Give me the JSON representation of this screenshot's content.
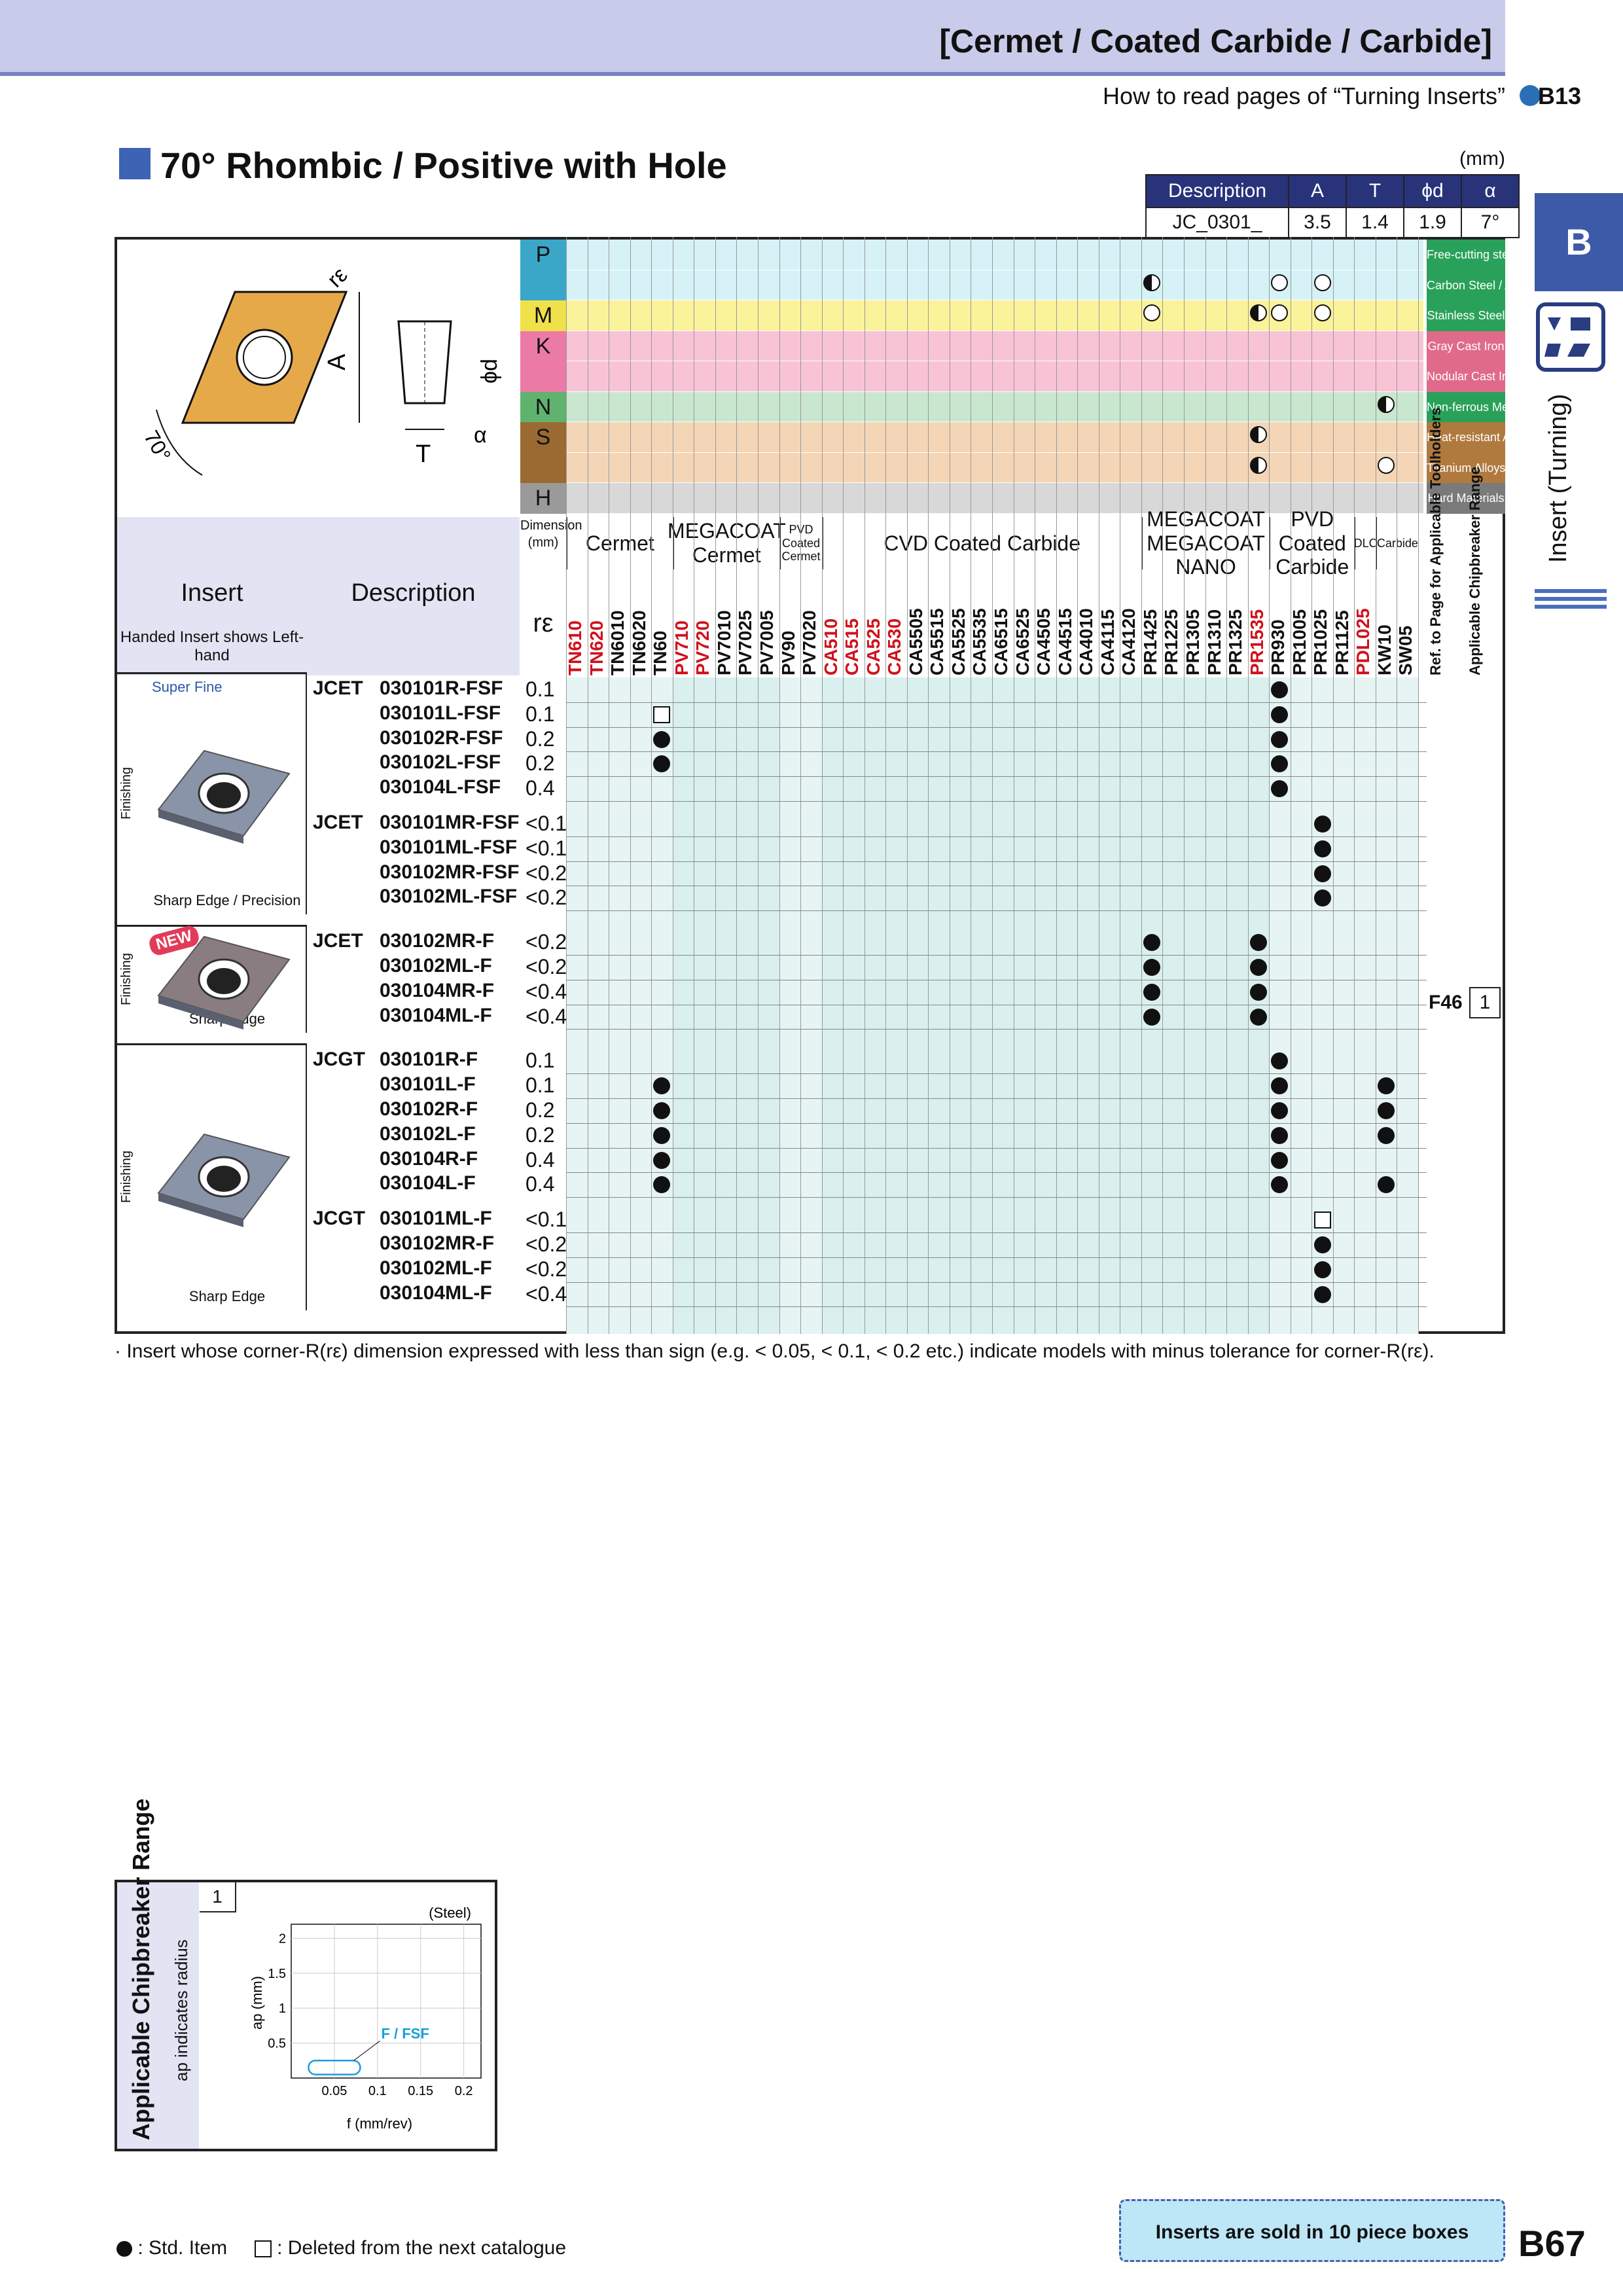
{
  "header": {
    "category_title": "[Cermet / Coated Carbide / Carbide]",
    "howto_text": "How to read pages of “Turning Inserts”",
    "howto_link": "B13"
  },
  "side": {
    "tab_letter": "B",
    "label": "Insert (Turning)"
  },
  "section": {
    "title": "70° Rhombic / Positive with Hole",
    "unit": "(mm)"
  },
  "dim_table": {
    "headers": [
      "Description",
      "A",
      "T",
      "ϕd",
      "α"
    ],
    "row": [
      "JC_0301_",
      "3.5",
      "1.4",
      "1.9",
      "7°"
    ]
  },
  "drawing_labels": {
    "re": "rε",
    "A": "A",
    "phid": "ϕd",
    "T": "T",
    "alpha": "α",
    "angle": "70°"
  },
  "materials": [
    {
      "code": "P",
      "name": "Free-cutting steel",
      "color": "#d6f2f7",
      "label_color": "#3aa7c9",
      "name_color": "#2aa15a"
    },
    {
      "code": "",
      "name": "Carbon Steel / Alloy Steel",
      "color": "#d6f2f7",
      "label_color": "#3aa7c9",
      "name_color": "#2aa15a"
    },
    {
      "code": "M",
      "name": "Stainless Steel",
      "color": "#fbf39a",
      "label_color": "#f0e14a",
      "name_color": "#2aa15a"
    },
    {
      "code": "K",
      "name": "Gray Cast Iron",
      "color": "#f9c3d6",
      "label_color": "#ec7aa6",
      "name_color": "#e06a8a"
    },
    {
      "code": "",
      "name": "Nodular Cast Iron",
      "color": "#f9c3d6",
      "label_color": "#ec7aa6",
      "name_color": "#e06a8a"
    },
    {
      "code": "N",
      "name": "Non-ferrous Metals",
      "color": "#c9e7cf",
      "label_color": "#5fb36e",
      "name_color": "#2aa15a"
    },
    {
      "code": "S",
      "name": "Heat-resistant Alloys",
      "color": "#f4d6b6",
      "label_color": "#9b6a33",
      "name_color": "#b07a3f"
    },
    {
      "code": "",
      "name": "Titanium Alloys",
      "color": "#f4d6b6",
      "label_color": "#9b6a33",
      "name_color": "#b07a3f"
    },
    {
      "code": "H",
      "name": "Hard Materials",
      "color": "#d8d8d8",
      "label_color": "#9a9a9a",
      "name_color": "#7a7a7a"
    }
  ],
  "insert_header": {
    "title": "Insert",
    "sub": "Handed Insert shows Left-hand"
  },
  "desc_header": "Description",
  "dim_header": "Dimension (mm)",
  "re_header": "rε",
  "groups": [
    {
      "name": "Cermet",
      "span": 5
    },
    {
      "name": "MEGACOAT Cermet",
      "span": 5
    },
    {
      "name": "PVD Coated Cermet",
      "span": 2
    },
    {
      "name": "CVD Coated Carbide",
      "span": 15
    },
    {
      "name": "MEGACOAT MEGACOAT NANO",
      "span": 6
    },
    {
      "name": "PVD Coated Carbide",
      "span": 4
    },
    {
      "name": "DLC",
      "span": 1
    },
    {
      "name": "Carbide",
      "span": 2
    }
  ],
  "grades": [
    {
      "name": "TN610",
      "color": "#d0111b"
    },
    {
      "name": "TN620",
      "color": "#d0111b"
    },
    {
      "name": "TN6010",
      "color": "#111"
    },
    {
      "name": "TN6020",
      "color": "#111"
    },
    {
      "name": "TN60",
      "color": "#111"
    },
    {
      "name": "PV710",
      "color": "#d0111b"
    },
    {
      "name": "PV720",
      "color": "#d0111b"
    },
    {
      "name": "PV7010",
      "color": "#111"
    },
    {
      "name": "PV7025",
      "color": "#111"
    },
    {
      "name": "PV7005",
      "color": "#111"
    },
    {
      "name": "PV90",
      "color": "#111"
    },
    {
      "name": "PV7020",
      "color": "#111"
    },
    {
      "name": "CA510",
      "color": "#d0111b"
    },
    {
      "name": "CA515",
      "color": "#d0111b"
    },
    {
      "name": "CA525",
      "color": "#d0111b"
    },
    {
      "name": "CA530",
      "color": "#d0111b"
    },
    {
      "name": "CA5505",
      "color": "#111"
    },
    {
      "name": "CA5515",
      "color": "#111"
    },
    {
      "name": "CA5525",
      "color": "#111"
    },
    {
      "name": "CA5535",
      "color": "#111"
    },
    {
      "name": "CA6515",
      "color": "#111"
    },
    {
      "name": "CA6525",
      "color": "#111"
    },
    {
      "name": "CA4505",
      "color": "#111"
    },
    {
      "name": "CA4515",
      "color": "#111"
    },
    {
      "name": "CA4010",
      "color": "#111"
    },
    {
      "name": "CA4115",
      "color": "#111"
    },
    {
      "name": "CA4120",
      "color": "#111"
    },
    {
      "name": "PR1425",
      "color": "#111"
    },
    {
      "name": "PR1225",
      "color": "#111"
    },
    {
      "name": "PR1305",
      "color": "#111"
    },
    {
      "name": "PR1310",
      "color": "#111"
    },
    {
      "name": "PR1325",
      "color": "#111"
    },
    {
      "name": "PR1535",
      "color": "#d0111b"
    },
    {
      "name": "PR930",
      "color": "#111"
    },
    {
      "name": "PR1005",
      "color": "#111"
    },
    {
      "name": "PR1025",
      "color": "#111"
    },
    {
      "name": "PR1125",
      "color": "#111"
    },
    {
      "name": "PDL025",
      "color": "#d0111b"
    },
    {
      "name": "KW10",
      "color": "#111"
    },
    {
      "name": "SW05",
      "color": "#111"
    }
  ],
  "extra_cols": [
    "Ref. to Page for Applicable Toolholders",
    "Applicable Chipbreaker Range"
  ],
  "insert_groups": [
    {
      "finish": "Finishing",
      "tag": "Super Fine",
      "caption": "Sharp Edge / Precision",
      "badge": ""
    },
    {
      "finish": "Finishing",
      "tag": "",
      "caption": "Sharp Edge",
      "badge": "NEW"
    },
    {
      "finish": "Finishing",
      "tag": "",
      "caption": "Sharp Edge",
      "badge": ""
    }
  ],
  "rows": [
    {
      "prefix": "JCET",
      "code": "030101R-FSF",
      "re": "0.1"
    },
    {
      "prefix": "",
      "code": "030101L-FSF",
      "re": "0.1"
    },
    {
      "prefix": "",
      "code": "030102R-FSF",
      "re": "0.2"
    },
    {
      "prefix": "",
      "code": "030102L-FSF",
      "re": "0.2"
    },
    {
      "prefix": "",
      "code": "030104L-FSF",
      "re": "0.4"
    },
    {
      "prefix": "JCET",
      "code": "030101MR-FSF",
      "re": "<0.1"
    },
    {
      "prefix": "",
      "code": "030101ML-FSF",
      "re": "<0.1"
    },
    {
      "prefix": "",
      "code": "030102MR-FSF",
      "re": "<0.2"
    },
    {
      "prefix": "",
      "code": "030102ML-FSF",
      "re": "<0.2"
    },
    {
      "prefix": "JCET",
      "code": "030102MR-F",
      "re": "<0.2"
    },
    {
      "prefix": "",
      "code": "030102ML-F",
      "re": "<0.2"
    },
    {
      "prefix": "",
      "code": "030104MR-F",
      "re": "<0.4"
    },
    {
      "prefix": "",
      "code": "030104ML-F",
      "re": "<0.4"
    },
    {
      "prefix": "JCGT",
      "code": "030101R-F",
      "re": "0.1"
    },
    {
      "prefix": "",
      "code": "030101L-F",
      "re": "0.1"
    },
    {
      "prefix": "",
      "code": "030102R-F",
      "re": "0.2"
    },
    {
      "prefix": "",
      "code": "030102L-F",
      "re": "0.2"
    },
    {
      "prefix": "",
      "code": "030104R-F",
      "re": "0.4"
    },
    {
      "prefix": "",
      "code": "030104L-F",
      "re": "0.4"
    },
    {
      "prefix": "JCGT",
      "code": "030101ML-F",
      "re": "<0.1"
    },
    {
      "prefix": "",
      "code": "030102MR-F",
      "re": "<0.2"
    },
    {
      "prefix": "",
      "code": "030102ML-F",
      "re": "<0.2"
    },
    {
      "prefix": "",
      "code": "030104ML-F",
      "re": "<0.4"
    }
  ],
  "ref_page": "F46",
  "ref_chip": "1",
  "footnote": "· Insert whose corner-R(rε) dimension expressed with less than sign (e.g. < 0.05, < 0.1, < 0.2 etc.) indicate models with minus tolerance for corner-R(rε).",
  "chart_data": {
    "type": "area",
    "title": "Applicable Chipbreaker Range",
    "subtitle": "ap indicates radius",
    "panel": "1",
    "material": "(Steel)",
    "xlabel": "f (mm/rev)",
    "ylabel": "ap (mm)",
    "x_ticks": [
      "0.05",
      "0.1",
      "0.15",
      "0.2"
    ],
    "y_ticks": [
      "0.5",
      "1",
      "1.5",
      "2"
    ],
    "xlim": [
      0,
      0.22
    ],
    "ylim": [
      0,
      2.2
    ],
    "series": [
      {
        "name": "F / FSF",
        "f_range": [
          0.02,
          0.08
        ],
        "ap_range": [
          0.05,
          0.25
        ]
      }
    ]
  },
  "legend": {
    "std": ": Std. Item",
    "deleted": ": Deleted from the next catalogue"
  },
  "box_note": "Inserts are sold in 10 piece boxes",
  "page_number": "B67"
}
